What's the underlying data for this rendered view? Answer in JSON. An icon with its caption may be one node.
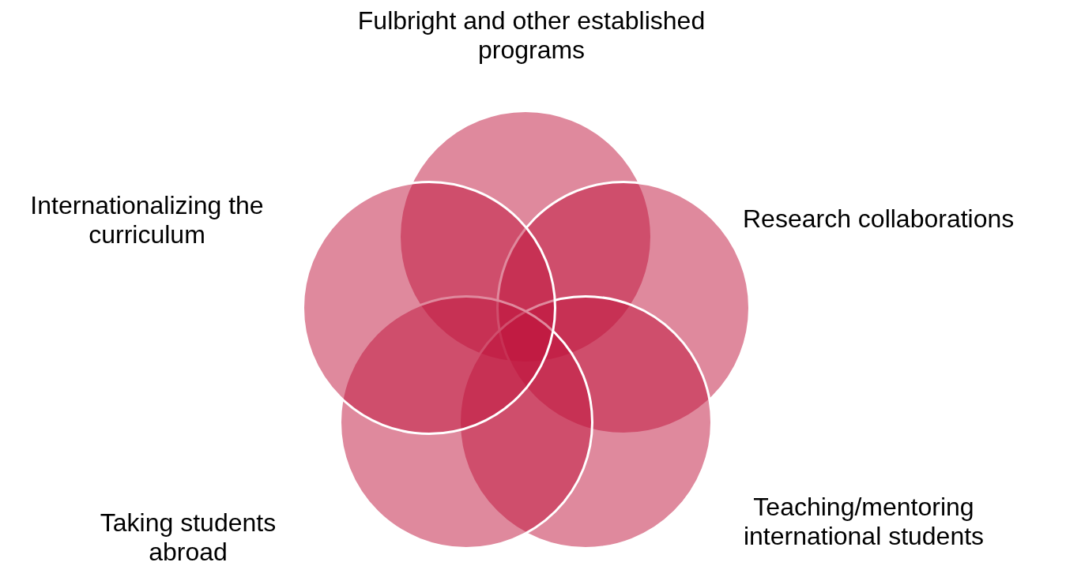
{
  "diagram": {
    "nodes": [
      {
        "text": [],
        "shape": "circle",
        "beside": [
          "Fulbright and other established programs"
        ]
      },
      {
        "text": [],
        "shape": "circle",
        "beside": [
          "Research collaborations"
        ]
      },
      {
        "text": [],
        "shape": "circle",
        "beside": [
          "Teaching/mentoring international students"
        ]
      },
      {
        "text": [],
        "shape": "circle",
        "beside": [
          "Taking students abroad"
        ]
      },
      {
        "text": [],
        "shape": "circle",
        "beside": [
          "Internationalizing the curriculum"
        ]
      }
    ]
  }
}
